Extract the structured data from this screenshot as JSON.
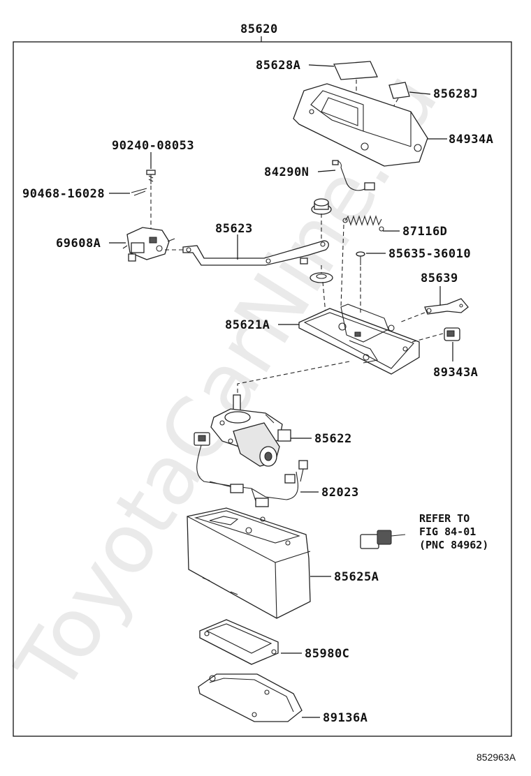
{
  "watermark": "ToyotaCarNine.ru",
  "assembly_label": "85620",
  "figure_number": "852963A",
  "parts": {
    "p85628A": "85628A",
    "p85628J": "85628J",
    "p84934A": "84934A",
    "p84290N": "84290N",
    "p90240": "90240-08053",
    "p90468": "90468-16028",
    "p69608A": "69608A",
    "p85623": "85623",
    "p87116D": "87116D",
    "p85635": "85635-36010",
    "p85639": "85639",
    "p85621A": "85621A",
    "p89343A": "89343A",
    "p85622": "85622",
    "p82023": "82023",
    "p85625A": "85625A",
    "p85980C": "85980C",
    "p89136A": "89136A"
  },
  "reference_note": {
    "line1": "REFER TO",
    "line2": "FIG 84-01",
    "line3": "(PNC 84962)"
  }
}
